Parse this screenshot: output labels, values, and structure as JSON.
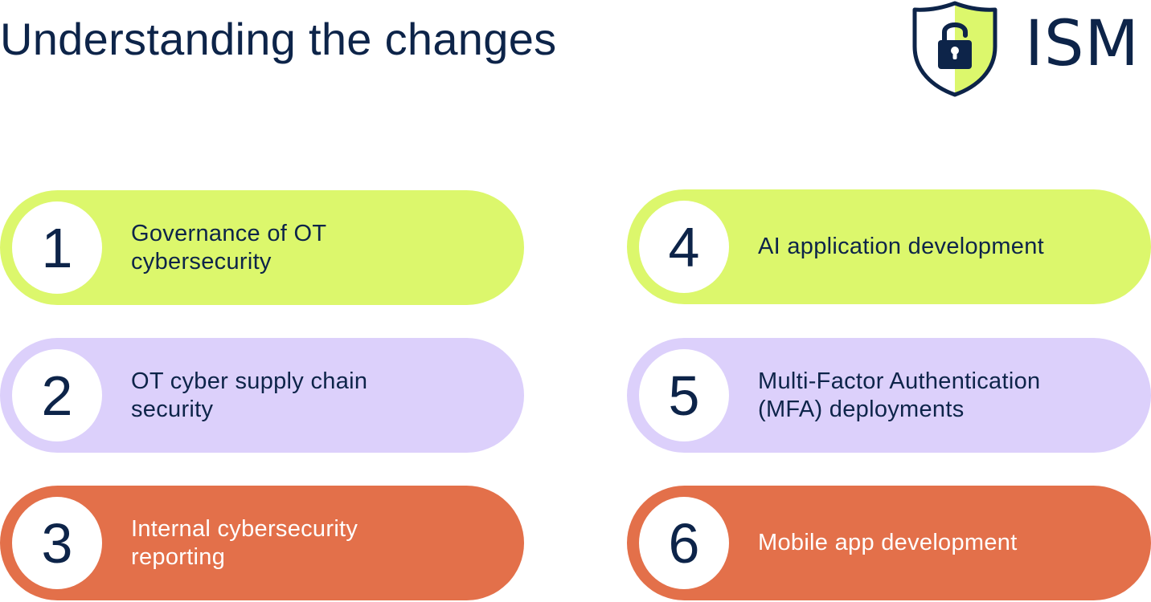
{
  "header": {
    "title": "Understanding the changes"
  },
  "logo": {
    "text": "ISM",
    "icon": "shield-padlock-icon",
    "colors": {
      "navy": "#0d2449",
      "lime": "#dcf76c"
    }
  },
  "colors": {
    "lime": "#dcf76c",
    "lavender": "#dcd0fb",
    "orange": "#e3704a",
    "navy": "#0d2449"
  },
  "items": [
    {
      "number": "1",
      "label": "Governance of OT cybersecurity",
      "color": "lime"
    },
    {
      "number": "2",
      "label": "OT cyber supply chain security",
      "color": "lavender"
    },
    {
      "number": "3",
      "label": "Internal cybersecurity reporting",
      "color": "orange"
    },
    {
      "number": "4",
      "label": "AI application development",
      "color": "lime"
    },
    {
      "number": "5",
      "label": "Multi-Factor Authentication (MFA) deployments",
      "color": "lavender"
    },
    {
      "number": "6",
      "label": "Mobile app development",
      "color": "orange"
    }
  ]
}
